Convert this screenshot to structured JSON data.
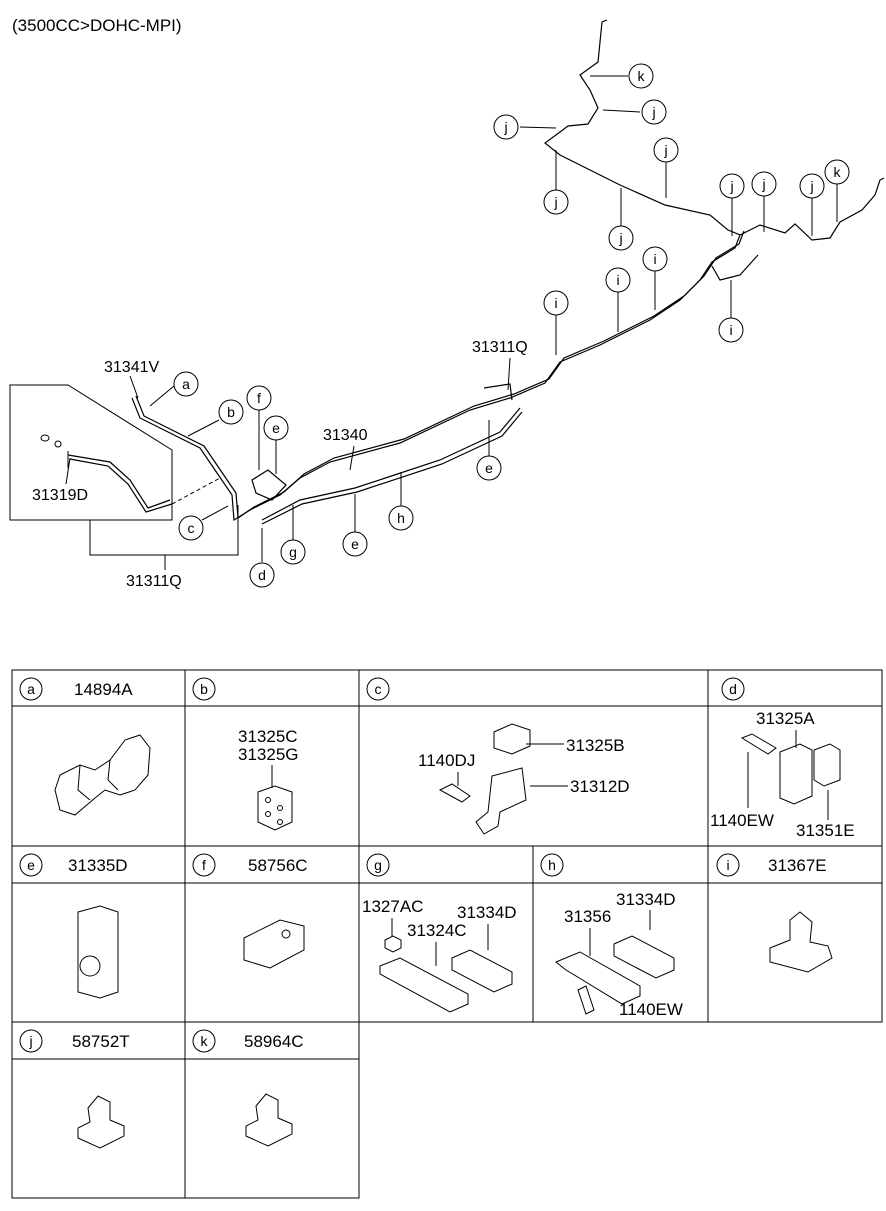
{
  "header": {
    "title": "(3500CC>DOHC-MPI)"
  },
  "overview": {
    "part_labels": [
      "31341V",
      "31319D",
      "31311Q",
      "31340",
      "31311Q"
    ],
    "callout_letters": [
      "a",
      "b",
      "c",
      "d",
      "e",
      "f",
      "g",
      "h",
      "i",
      "j",
      "k"
    ]
  },
  "parts_table": {
    "cells": [
      {
        "letter": "a",
        "part": "14894A",
        "items": []
      },
      {
        "letter": "b",
        "part": "",
        "items": [
          "31325C",
          "31325G"
        ]
      },
      {
        "letter": "c",
        "part": "",
        "items": [
          "1140DJ",
          "31325B",
          "31312D"
        ]
      },
      {
        "letter": "d",
        "part": "",
        "items": [
          "31325A",
          "1140EW",
          "31351E"
        ]
      },
      {
        "letter": "e",
        "part": "31335D",
        "items": []
      },
      {
        "letter": "f",
        "part": "58756C",
        "items": []
      },
      {
        "letter": "g",
        "part": "",
        "items": [
          "1327AC",
          "31334D",
          "31324C"
        ]
      },
      {
        "letter": "h",
        "part": "",
        "items": [
          "31334D",
          "31356",
          "1140EW"
        ]
      },
      {
        "letter": "i",
        "part": "31367E",
        "items": []
      },
      {
        "letter": "j",
        "part": "58752T",
        "items": []
      },
      {
        "letter": "k",
        "part": "58964C",
        "items": []
      }
    ]
  }
}
